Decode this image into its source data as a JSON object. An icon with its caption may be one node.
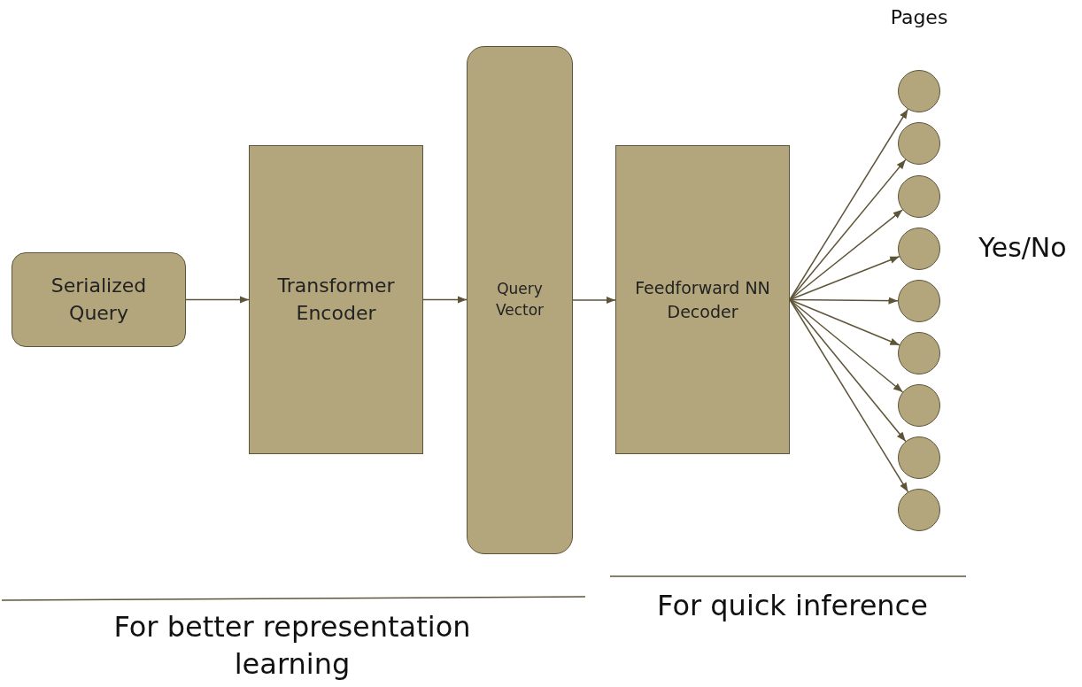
{
  "diagram": {
    "nodes": [
      {
        "text": [
          "Serialized Query"
        ]
      },
      {
        "text": [
          "Transformer Encoder"
        ]
      },
      {
        "text": [
          "Query Vector"
        ]
      },
      {
        "text": [
          "Feedforward NN Decoder"
        ]
      },
      {
        "text": [],
        "shape": "circle"
      },
      {
        "text": [],
        "shape": "circle"
      },
      {
        "text": [],
        "shape": "circle"
      },
      {
        "text": [],
        "shape": "circle"
      },
      {
        "text": [],
        "shape": "circle"
      },
      {
        "text": [],
        "shape": "circle"
      },
      {
        "text": [],
        "shape": "circle"
      },
      {
        "text": [],
        "shape": "circle"
      },
      {
        "text": [],
        "shape": "circle"
      }
    ],
    "edges": [
      {
        "from": 0,
        "to": 1,
        "arrow": "to"
      },
      {
        "from": 1,
        "to": 2,
        "arrow": "to"
      },
      {
        "from": 2,
        "to": 3,
        "arrow": "to"
      },
      {
        "from": 3,
        "to": 4,
        "arrow": "to"
      },
      {
        "from": 3,
        "to": 5,
        "arrow": "to"
      },
      {
        "from": 3,
        "to": 6,
        "arrow": "to"
      },
      {
        "from": 3,
        "to": 7,
        "arrow": "to"
      },
      {
        "from": 3,
        "to": 8,
        "arrow": "to"
      },
      {
        "from": 3,
        "to": 9,
        "arrow": "to"
      },
      {
        "from": 3,
        "to": 10,
        "arrow": "to"
      },
      {
        "from": 3,
        "to": 11,
        "arrow": "to"
      },
      {
        "from": 3,
        "to": 12,
        "arrow": "to"
      }
    ],
    "labels": [
      "Pages",
      "Yes/No",
      "For better representation learning",
      "For quick inference"
    ]
  }
}
